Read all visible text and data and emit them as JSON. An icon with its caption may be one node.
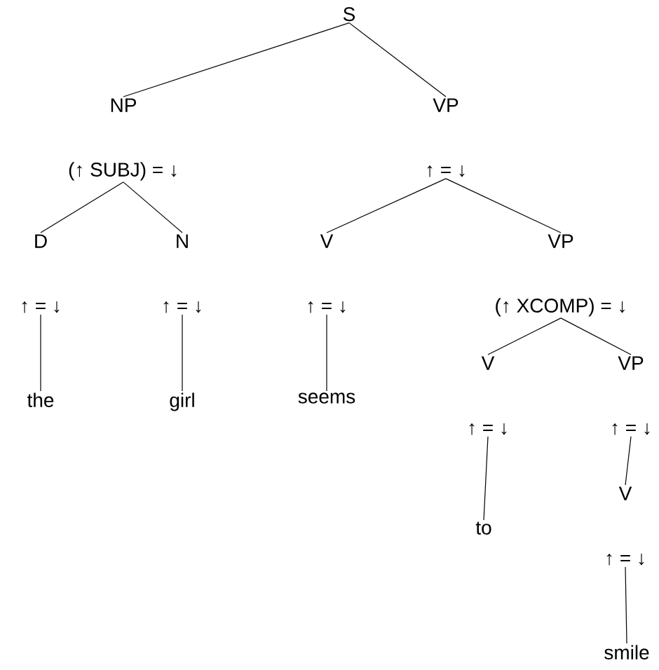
{
  "diagram": {
    "nodes": [
      {
        "text": [
          "S"
        ]
      },
      {
        "text": [
          "NP",
          "(↑ SUBJ) = ↓"
        ]
      },
      {
        "text": [
          "VP",
          "↑ = ↓"
        ]
      },
      {
        "text": [
          "D",
          "↑ = ↓"
        ]
      },
      {
        "text": [
          "N",
          "↑ = ↓"
        ]
      },
      {
        "text": [
          "V",
          "↑ = ↓"
        ]
      },
      {
        "text": [
          "VP",
          "(↑ XCOMP) = ↓"
        ]
      },
      {
        "text": [
          "the"
        ]
      },
      {
        "text": [
          "girl"
        ]
      },
      {
        "text": [
          "seems"
        ]
      },
      {
        "text": [
          "V",
          "↑ = ↓"
        ]
      },
      {
        "text": [
          "VP",
          "↑ = ↓"
        ]
      },
      {
        "text": [
          "to"
        ]
      },
      {
        "text": [
          "V",
          "↑ = ↓"
        ]
      },
      {
        "text": [
          "smile"
        ]
      }
    ],
    "edges": [
      {
        "from": 0,
        "to": 1,
        "arrow": "none"
      },
      {
        "from": 0,
        "to": 2,
        "arrow": "none"
      },
      {
        "from": 1,
        "to": 3,
        "arrow": "none"
      },
      {
        "from": 1,
        "to": 4,
        "arrow": "none"
      },
      {
        "from": 2,
        "to": 5,
        "arrow": "none"
      },
      {
        "from": 2,
        "to": 6,
        "arrow": "none"
      },
      {
        "from": 3,
        "to": 7,
        "arrow": "none"
      },
      {
        "from": 4,
        "to": 8,
        "arrow": "none"
      },
      {
        "from": 5,
        "to": 9,
        "arrow": "none"
      },
      {
        "from": 6,
        "to": 10,
        "arrow": "none"
      },
      {
        "from": 6,
        "to": 11,
        "arrow": "none"
      },
      {
        "from": 10,
        "to": 12,
        "arrow": "none"
      },
      {
        "from": 11,
        "to": 13,
        "arrow": "none"
      },
      {
        "from": 13,
        "to": 14,
        "arrow": "none"
      }
    ]
  }
}
